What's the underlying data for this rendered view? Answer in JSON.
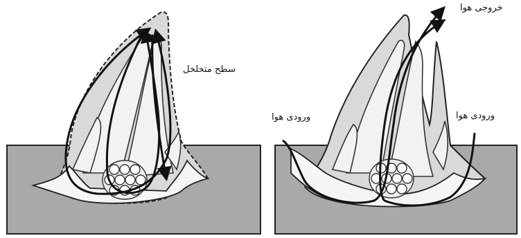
{
  "left_panel": {
    "label_surface": "سطح متخلخل"
  },
  "right_panel": {
    "label_air_out": "خروجی هوا",
    "label_air_in_left": "ورودی هوا",
    "label_air_in_right": "ورودی هوا"
  },
  "colors": {
    "base": "#a9a9a9",
    "tissue": "#d9d9d9",
    "line": "#111111",
    "white": "#ffffff"
  }
}
